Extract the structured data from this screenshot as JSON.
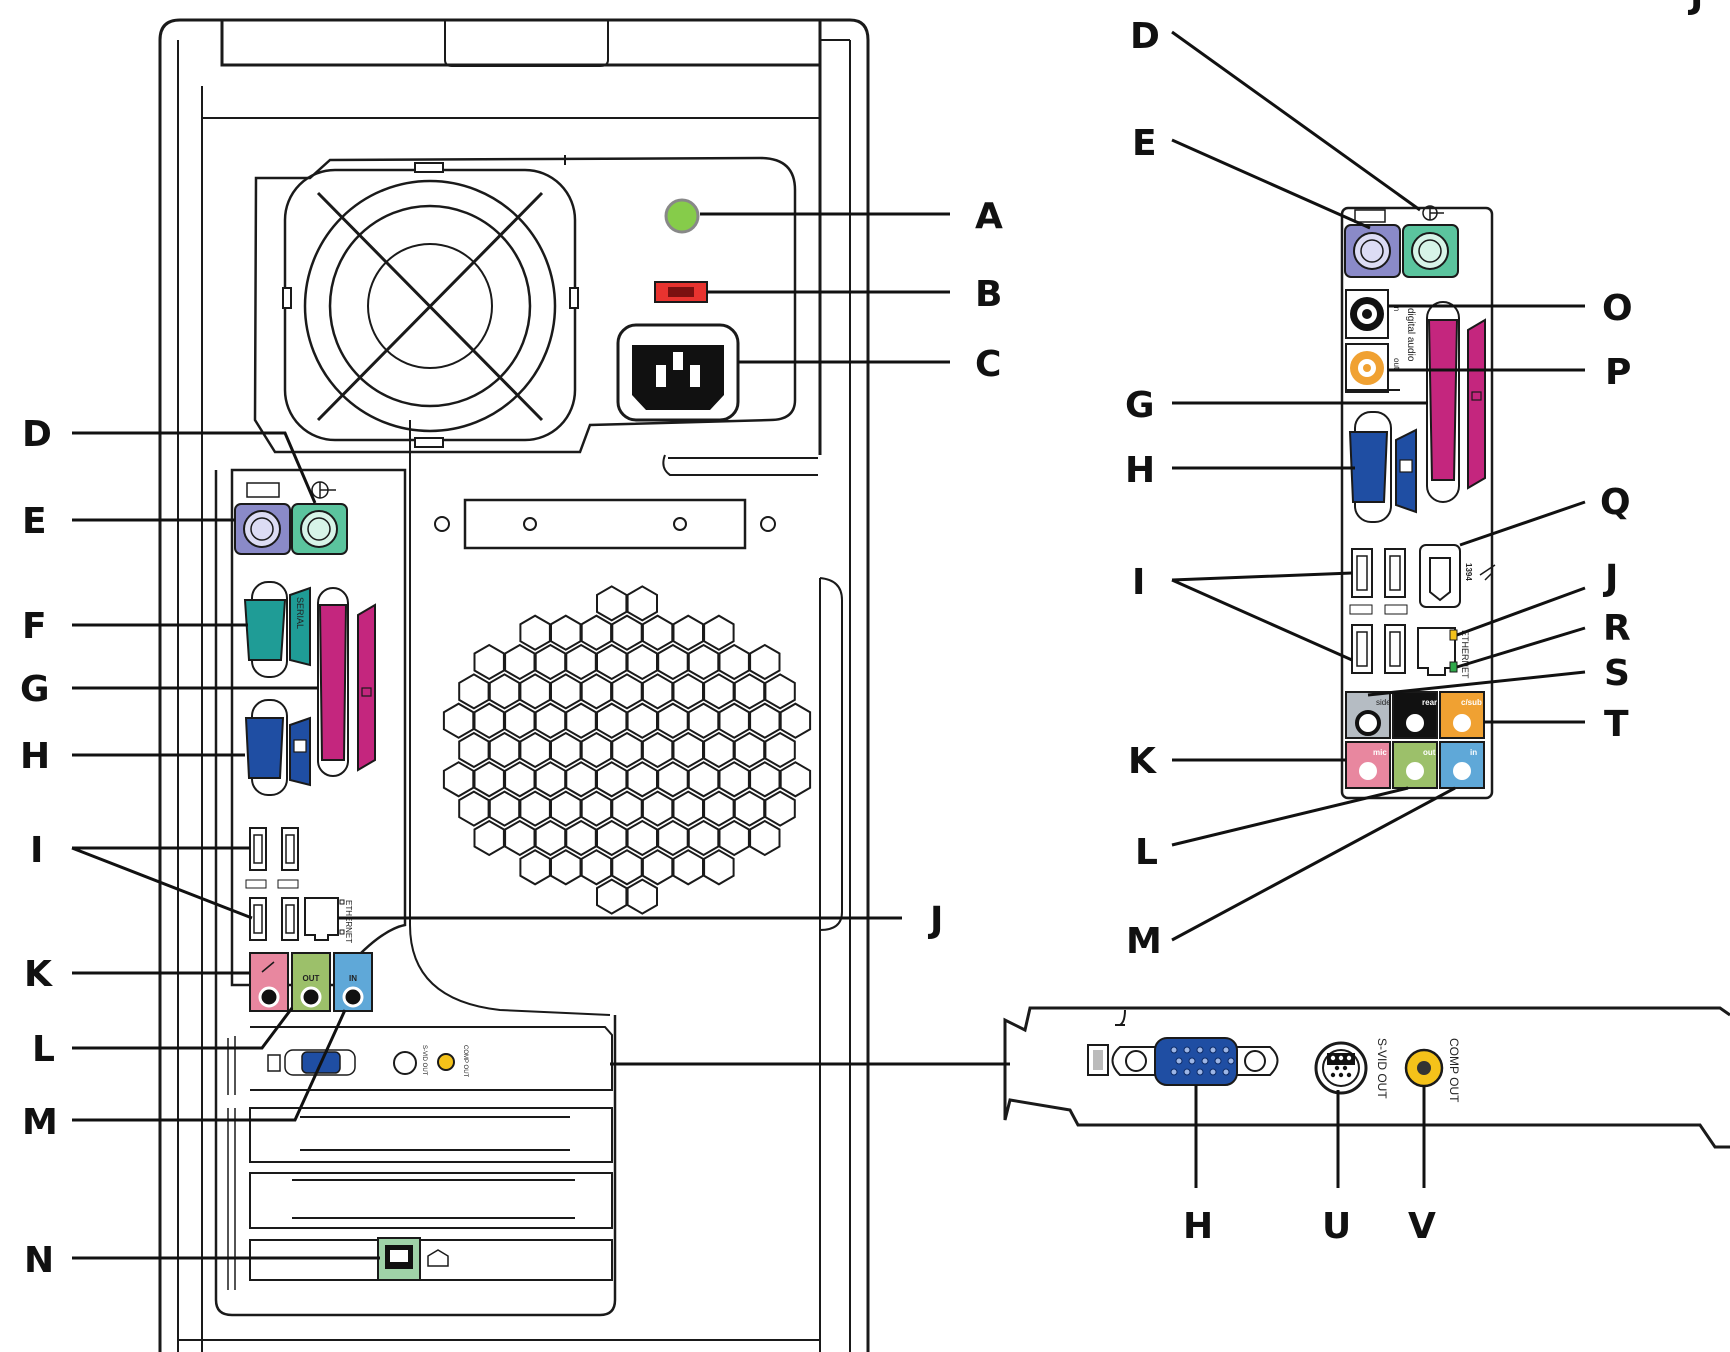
{
  "colors": {
    "keyboard": "#8a8ac8",
    "mouse": "#5bc49e",
    "serial": "#1f9c96",
    "parallel": "#c4267e",
    "vga": "#1f4ea3",
    "mic": "#e8879f",
    "line_out": "#9cc06a",
    "line_in": "#5fa8d8",
    "center_sub": "#f0a132",
    "side": "#b5bcc3",
    "rear": "#111111",
    "power_led": "#86cc4a",
    "voltage_switch": "#e8332f",
    "composite": "#f4c21a",
    "modem": "#9fd2a8"
  },
  "left_panel": {
    "port_labels": {
      "serial": "SERIAL",
      "ethernet": "ETHERNET",
      "out": "OUT",
      "in": "IN",
      "svid_out": "S-VID OUT",
      "comp_out": "COMP OUT"
    },
    "callouts": [
      {
        "letter": "A"
      },
      {
        "letter": "B"
      },
      {
        "letter": "C"
      },
      {
        "letter": "D"
      },
      {
        "letter": "E"
      },
      {
        "letter": "F"
      },
      {
        "letter": "G"
      },
      {
        "letter": "H"
      },
      {
        "letter": "I"
      },
      {
        "letter": "J"
      },
      {
        "letter": "K"
      },
      {
        "letter": "L"
      },
      {
        "letter": "M"
      },
      {
        "letter": "N"
      }
    ]
  },
  "right_panel": {
    "port_labels": {
      "digital_audio": "digital audio",
      "in": "in",
      "out": "out",
      "ethernet": "ETHERNET",
      "firewire": "1394",
      "side": "side",
      "rear": "rear",
      "c_sub": "c/sub",
      "mic": "mic",
      "out_jack": "out",
      "in_jack": "in"
    },
    "callouts": [
      {
        "letter": "J"
      },
      {
        "letter": "D"
      },
      {
        "letter": "E"
      },
      {
        "letter": "O"
      },
      {
        "letter": "P"
      },
      {
        "letter": "G"
      },
      {
        "letter": "H"
      },
      {
        "letter": "Q"
      },
      {
        "letter": "I"
      },
      {
        "letter": "J"
      },
      {
        "letter": "R"
      },
      {
        "letter": "S"
      },
      {
        "letter": "T"
      },
      {
        "letter": "K"
      },
      {
        "letter": "L"
      },
      {
        "letter": "M"
      }
    ]
  },
  "video_card": {
    "port_labels": {
      "svid_out": "S-VID OUT",
      "comp_out": "COMP OUT"
    },
    "callouts": [
      {
        "letter": "H"
      },
      {
        "letter": "U"
      },
      {
        "letter": "V"
      }
    ]
  }
}
